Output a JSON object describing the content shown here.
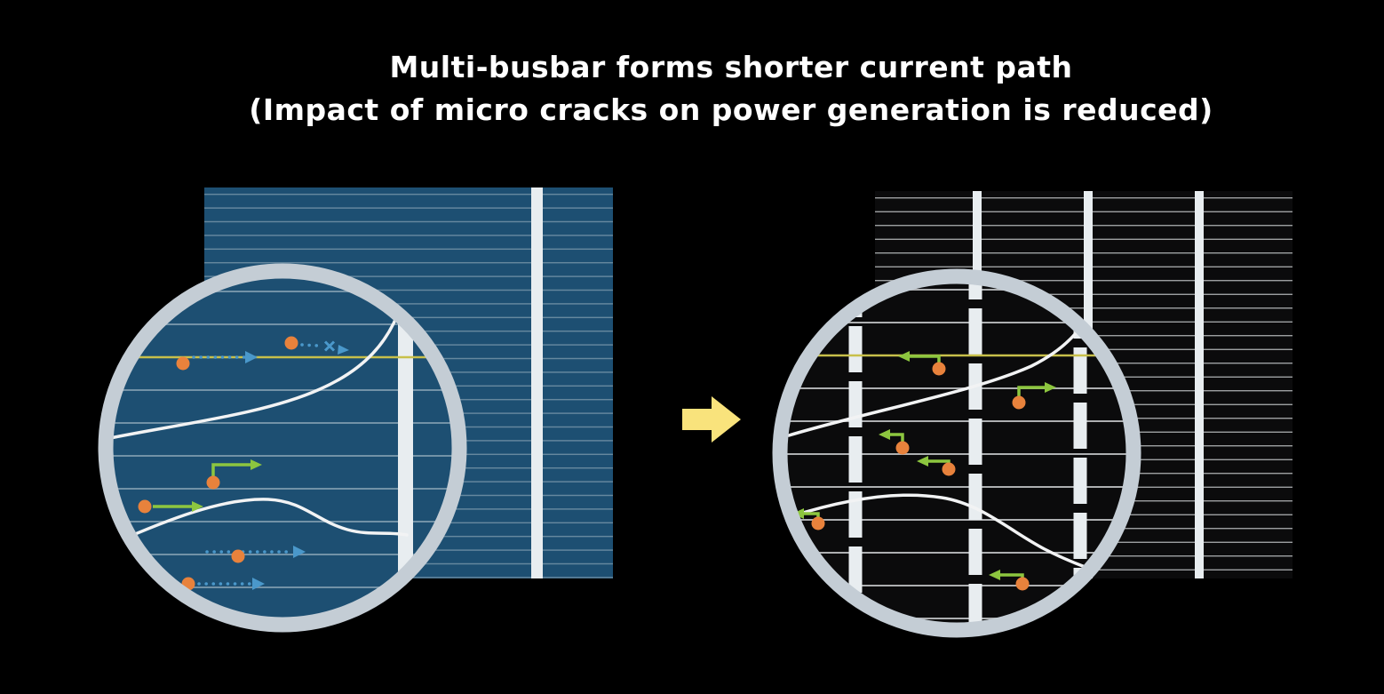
{
  "title": {
    "line1": "Multi-busbar forms shorter current path",
    "line2": "(Impact of micro cracks on power generation is reduced)"
  },
  "colors": {
    "background": "#000000",
    "title-text": "#ffffff",
    "cell-blue": "#1d4f72",
    "finger-blue": "#8fa8b8",
    "busbar-light": "#e8edf0",
    "cell-black": "#0b0b0c",
    "finger-white": "#c9ccce",
    "ring-gray": "#c4cdd5",
    "transition-arrow-yellow": "#f9e37c",
    "crack-white": "#f2f3f4",
    "electron-orange": "#e8823c",
    "path-green": "#8dc63f",
    "path-blue": "#4a98cb",
    "highlight-yellow": "#c8c04a"
  },
  "icons": {
    "magnifier-ring-icon": "circle-outline",
    "transition-arrow-icon": "block-arrow-right",
    "electron-dot-icon": "filled-circle",
    "current-path-green-icon": "elbow-arrow",
    "current-path-blue-icon": "dotted-arrow",
    "blocked-path-x-icon": "x-mark",
    "micro-crack-line": "curved-line"
  }
}
